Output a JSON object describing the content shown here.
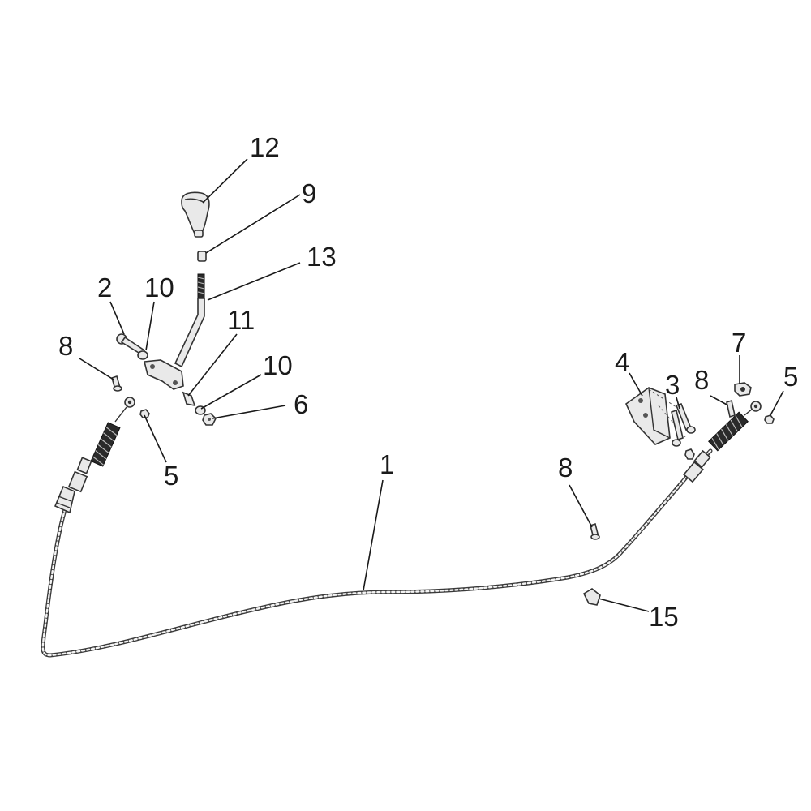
{
  "callouts": {
    "c1": "1",
    "c2": "2",
    "c3": "3",
    "c4": "4",
    "c5_left": "5",
    "c5_right": "5",
    "c6": "6",
    "c7": "7",
    "c8_left": "8",
    "c8_mid": "8",
    "c8_right": "8",
    "c9": "9",
    "c10_top": "10",
    "c10_mid": "10",
    "c11": "11",
    "c12": "12",
    "c13": "13",
    "c15": "15"
  }
}
